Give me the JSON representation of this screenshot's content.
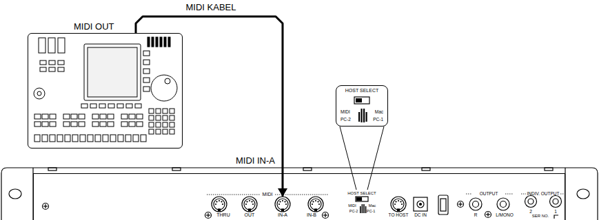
{
  "diagram": {
    "nodes": [
      {
        "text": [
          "MIDI OUT"
        ]
      },
      {
        "text": [
          "MIDI IN-A"
        ]
      },
      {
        "text": [
          "IN-A"
        ],
        "in": 1
      },
      {
        "text": [
          "HOST SELECT",
          "MIDI",
          "Mac",
          "PC-2",
          "PC-1"
        ]
      }
    ],
    "edges": [
      {
        "from": 0,
        "to": 2,
        "arrow": "to",
        "label": "MIDI KABEL"
      }
    ],
    "labels": [
      "MIDI",
      "THRU",
      "OUT",
      "IN-B",
      "HOST SELECT",
      "MIDI",
      "Mac",
      "PC-2",
      "PC-1",
      "TO HOST",
      "DC IN",
      "OUTPUT",
      "R",
      "L/MONO",
      "INDIV. OUTPUT",
      "2",
      "1",
      "SER NO."
    ]
  }
}
